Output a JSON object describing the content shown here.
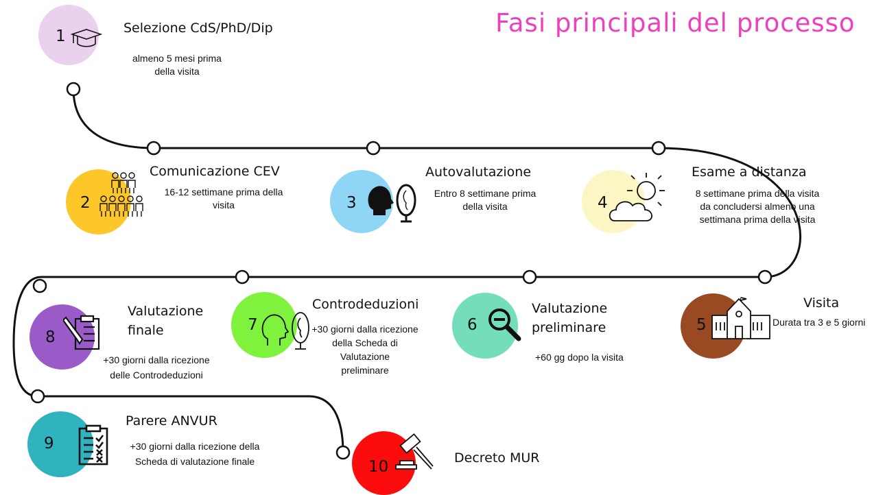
{
  "title": "Fasi principali del processo",
  "colors": {
    "title": "#ee3fbd",
    "road": "#111111",
    "s1": "#ead1ee",
    "s2": "#fdc629",
    "s3": "#8fd6f6",
    "s4": "#fbf6c4",
    "s5": "#9a4a22",
    "s6": "#74ddbc",
    "s7": "#7ef23c",
    "s8": "#9a5bc8",
    "s9": "#2fb3bf",
    "s10": "#fb0d0d"
  },
  "steps": [
    {
      "number": "1",
      "title": "Selezione CdS/PhD/Dip",
      "timing_line1": "almeno 5 mesi prima",
      "timing_line2": "della visita",
      "icon": "graduation-cap-icon"
    },
    {
      "number": "2",
      "title": "Comunicazione CEV",
      "timing_line1": "16-12 settimane prima della",
      "timing_line2": "visita",
      "icon": "people-group-icon"
    },
    {
      "number": "3",
      "title": "Autovalutazione",
      "timing_line1": "Entro 8 settimane prima",
      "timing_line2": "della visita",
      "icon": "head-mirror-icon"
    },
    {
      "number": "4",
      "title": "Esame a distanza",
      "timing_line1": "8 settimane prima della visita",
      "timing_line2": "da concludersi almeno una",
      "timing_line3": "settimana prima della visita",
      "icon": "sun-cloud-icon"
    },
    {
      "number": "5",
      "title": "Visita",
      "timing_line1": "Durata tra 3 e 5 giorni",
      "icon": "school-building-icon"
    },
    {
      "number": "6",
      "title_line1": "Valutazione",
      "title_line2": "preliminare",
      "timing_line1": "+60 gg dopo la visita",
      "icon": "magnifier-icon"
    },
    {
      "number": "7",
      "title": "Controdeduzioni",
      "timing_line1": "+30 giorni dalla ricezione",
      "timing_line2": "della Scheda di Valutazione",
      "timing_line3": "preliminare",
      "icon": "head-outline-mirror-icon"
    },
    {
      "number": "8",
      "title_line1": "Valutazione",
      "title_line2": "finale",
      "timing_line1": "+30 giorni dalla ricezione",
      "timing_line2": "delle Controdeduzioni",
      "icon": "checklist-pen-icon"
    },
    {
      "number": "9",
      "title": "Parere ANVUR",
      "timing_line1": "+30 giorni dalla ricezione della",
      "timing_line2": "Scheda di valutazione finale",
      "icon": "clipboard-checklist-icon"
    },
    {
      "number": "10",
      "title": "Decreto MUR",
      "icon": "gavel-icon"
    }
  ]
}
